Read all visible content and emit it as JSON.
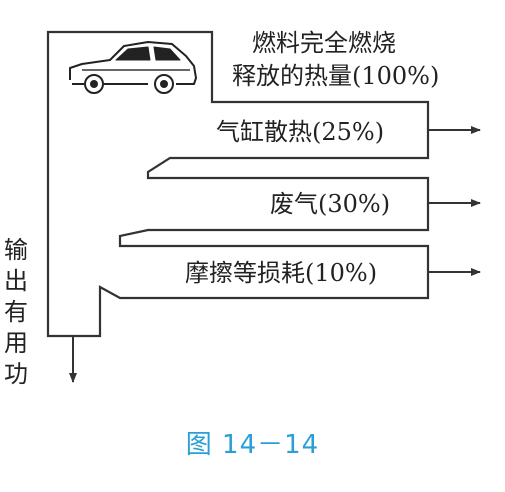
{
  "diagram": {
    "source_label": [
      "燃料完全燃烧",
      "释放的热量(100%)"
    ],
    "losses": [
      {
        "label": "气缸散热(25%)"
      },
      {
        "label": "废气(30%)"
      },
      {
        "label": "摩擦等损耗(10%)"
      }
    ],
    "output_label": [
      "输",
      "出",
      "有",
      "用",
      "功"
    ],
    "caption": "图 14－14",
    "colors": {
      "line": "#333333",
      "caption": "#2a9fd6"
    },
    "icons": {
      "car": "car-icon"
    }
  }
}
